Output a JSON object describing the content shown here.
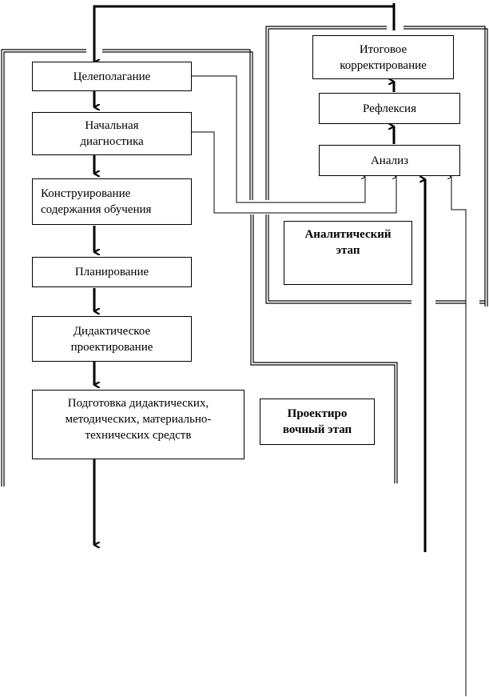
{
  "design_stage": {
    "label": "Проектиро\nвочный этап",
    "steps": [
      "Целеполагание",
      "Начальная\nдиагностика",
      "Конструирование\nсодержания обучения",
      "Планирование",
      "Дидактическое\nпроектирование",
      "Подготовка дидактических,\nметодических, материально-\nтехнических средств"
    ]
  },
  "analytic_stage": {
    "label": "Аналитический\nэтап",
    "steps": [
      "Итоговое\nкорректирование",
      "Рефлексия",
      "Анализ"
    ]
  }
}
